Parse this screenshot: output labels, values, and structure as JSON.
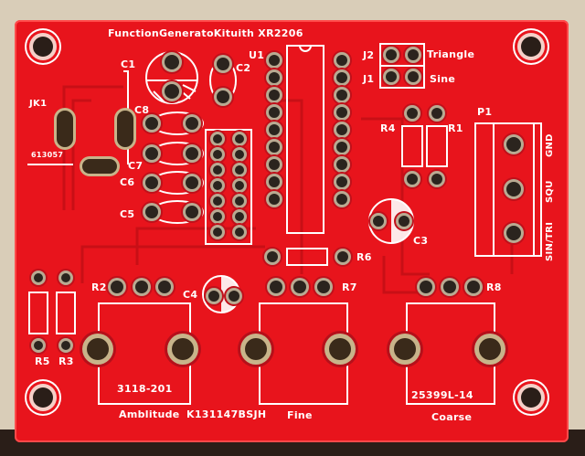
{
  "board": {
    "title": "FunctionGeneratoKituith XR2206",
    "part_number": "K131147BSJH",
    "colors": {
      "board": "#e8141c",
      "silkscreen": "#ffffff",
      "pad": "#b9aa92",
      "background": "#d9cdb8"
    }
  },
  "labels": {
    "c1": "C1",
    "c2": "C2",
    "c3": "C3",
    "c4": "C4",
    "c5": "C5",
    "c6": "C6",
    "c7": "C7",
    "c8": "C8",
    "u1": "U1",
    "j1": "J1",
    "j2": "J2",
    "jk1": "JK1",
    "jack_part": "613057",
    "r1": "R1",
    "r2": "R2",
    "r3": "R3",
    "r4": "R4",
    "r5": "R5",
    "r6": "R6",
    "r7": "R7",
    "r8": "R8",
    "p1": "P1",
    "triangle": "Triangle",
    "sine": "Sine",
    "gnd": "GND",
    "squ": "SQU",
    "sin_tri": "SIN/TRI",
    "pot1_part": "3118-201",
    "pot3_part": "25399L-14",
    "amplitude": "Amblitude",
    "fine": "Fine",
    "coarse": "Coarse"
  }
}
